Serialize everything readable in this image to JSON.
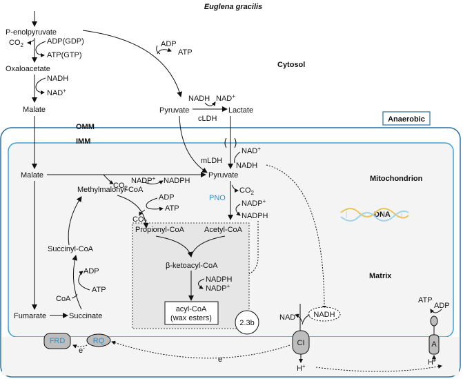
{
  "title": "Euglena gracilis",
  "compartments": {
    "cytosol": "Cytosol",
    "omm": "OMM",
    "imm": "IMM",
    "mitochondrion": "Mitochondrion",
    "matrix": "Matrix",
    "dna": "DNA",
    "anaerobic": "Anaerobic"
  },
  "metabolites": {
    "pep": "P-enolpyruvate",
    "co2_top": "CO",
    "adp_gdp": "ADP(GDP)",
    "atp_gtp": "ATP(GTP)",
    "oxaloacetate": "Oxaloacetate",
    "nadh_cyt": "NADH",
    "nad_cyt": "NAD",
    "malate_cyt": "Malate",
    "adp_pk": "ADP",
    "atp_pk": "ATP",
    "pyruvate_cyt": "Pyruvate",
    "lactate": "Lactate",
    "nadh_ldh": "NADH",
    "nad_ldh": "NAD",
    "cldh": "cLDH",
    "mldh": "mLDH",
    "nad_m": "NAD",
    "nadh_m": "NADH",
    "malate_m": "Malate",
    "co2_me": "CO",
    "nadp_me": "NADP",
    "nadph_me": "NADPH",
    "pyruvate_m": "Pyruvate",
    "co2_pno": "CO",
    "pno": "PNO",
    "nadp_pno": "NADP",
    "nadph_pno": "NADPH",
    "methylmalonyl": "Methylmalonyl-CoA",
    "adp_mm": "ADP",
    "co2_mm": "CO",
    "atp_mm": "ATP",
    "propionyl": "Propionyl-CoA",
    "acetyl": "Acetyl-CoA",
    "ketoacyl": "β-ketoacyl-CoA",
    "nadph_fa": "NADPH",
    "nadp_fa": "NADP",
    "acylcoa": "acyl-CoA",
    "wax": "(wax esters)",
    "figref": "2.3b",
    "succinylcoa": "Succinyl-CoA",
    "adp_sc": "ADP",
    "atp_sc": "ATP",
    "coa": "CoA",
    "fumarate": "Fumarate",
    "succinate": "Succinate",
    "nad_ci": "NAD",
    "nadh_ci": "NADH",
    "atp_a": "ATP",
    "adp_a": "ADP",
    "frd": "FRD",
    "rq": "RQ",
    "e_left": "e",
    "e_mid": "e",
    "ci": "CI",
    "a": "A",
    "h_ci": "H",
    "h_a": "H"
  },
  "colors": {
    "outer_membrane": "#2a6e9e",
    "inner_membrane": "#3ba0d8",
    "matrix_fill": "#f4f4f4",
    "box_fill": "#e6e6e6",
    "blue_text": "#2f8fc8"
  }
}
